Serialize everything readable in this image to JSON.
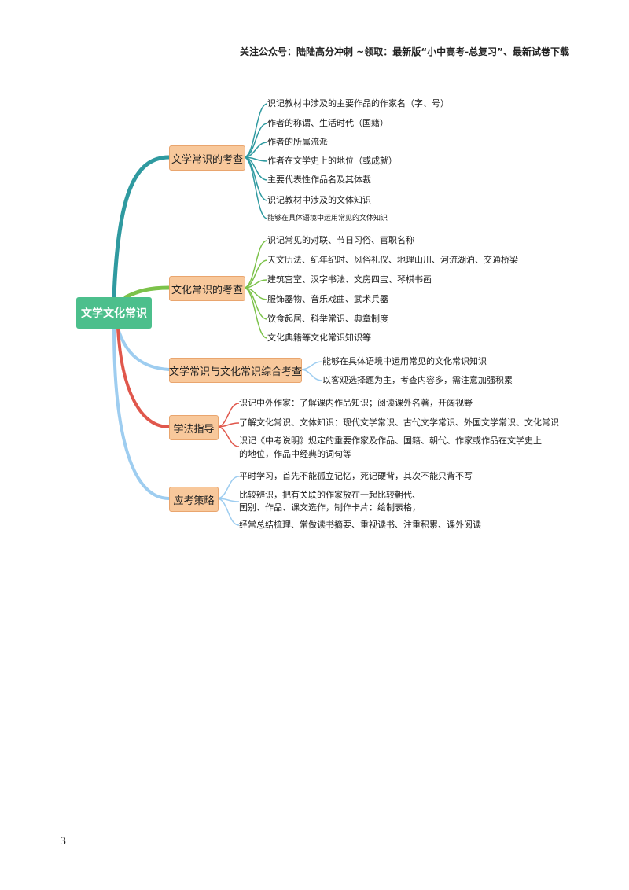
{
  "header": {
    "text": "关注公众号：陆陆高分冲刺 ~领取：最新版“小中高考-总复习”、最新试卷下载"
  },
  "page_number": "3",
  "mindmap": {
    "root": "文学文化常识",
    "branches": [
      {
        "label": "文学常识的考查",
        "color": "#2f9aa0",
        "leaves": [
          "识记教材中涉及的主要作品的作家名（字、号）",
          "作者的称谓、生活时代（国籍）",
          "作者的所属流派",
          "作者在文学史上的地位（或成就）",
          "主要代表性作品名及其体裁",
          "识记教材中涉及的文体知识",
          "能够在具体语境中运用常见的文体知识"
        ]
      },
      {
        "label": "文化常识的考查",
        "color": "#7cc24a",
        "leaves": [
          "识记常见的对联、节日习俗、官职名称",
          "天文历法、纪年纪时、风俗礼仪、地理山川、河流湖泊、交通桥梁",
          "建筑宫室、汉字书法、文房四宝、琴棋书画",
          "服饰器物、音乐戏曲、武术兵器",
          "饮食起居、科举常识、典章制度",
          "文化典籍等文化常识知识等"
        ]
      },
      {
        "label": "文学常识与文化常识综合考查",
        "color": "#9ecdf0",
        "leaves": [
          "能够在具体语境中运用常见的文化常识知识",
          "以客观选择题为主，考查内容多，需注意加强积累"
        ]
      },
      {
        "label": "学法指导",
        "color": "#e0574c",
        "leaves": [
          "识记中外作家：了解课内作品知识；阅读课外名著，开阔视野",
          "了解文化常识、文体知识：现代文学常识、古代文学常识、外国文学常识、文化常识",
          "识记《中考说明》规定的重要作家及作品、国籍、朝代、作家或作品在文学史上",
          "的地位，作品中经典的词句等"
        ]
      },
      {
        "label": "应考策略",
        "color": "#9ecdf0",
        "leaves": [
          "平时学习，首先不能孤立记忆，死记硬背，其次不能只背不写",
          "比较辨识，把有关联的作家放在一起比较朝代、",
          "国别、作品、课文选作，制作卡片：绘制表格，",
          "经常总结梳理、常做读书摘要、重视读书、注重积累、课外阅读"
        ]
      }
    ]
  }
}
